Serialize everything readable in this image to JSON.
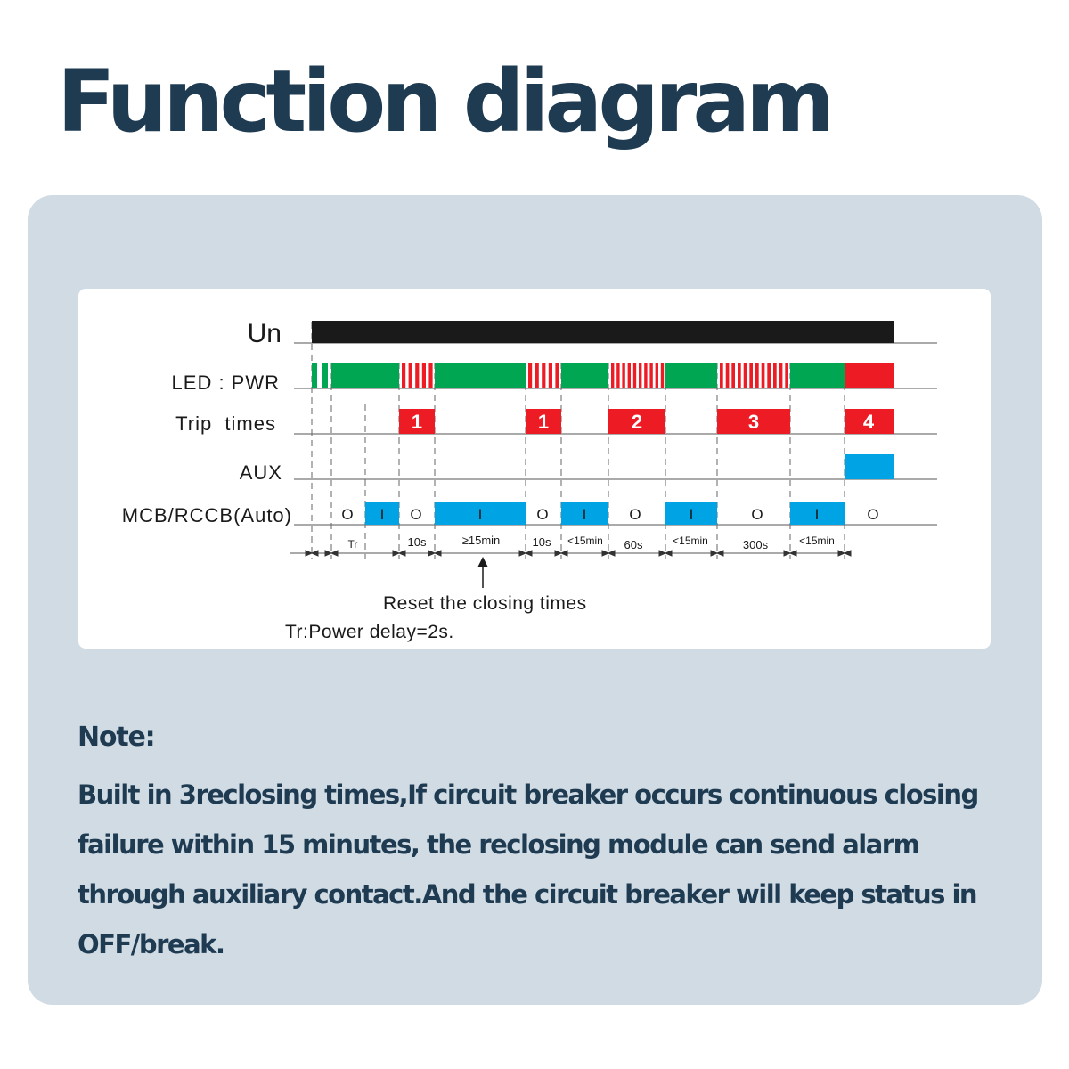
{
  "title": "Function diagram",
  "diagram": {
    "rows": {
      "un": "Un",
      "led": "LED : PWR",
      "trip": "Trip  times",
      "aux": "AUX",
      "mcb": "MCB/RCCB(Auto)"
    },
    "trip_labels": [
      "1",
      "1",
      "2",
      "3",
      "4"
    ],
    "mcb_states": [
      "O",
      "I",
      "O",
      "I",
      "O",
      "I",
      "O",
      "I",
      "O",
      "I",
      "O"
    ],
    "timing_labels": [
      "Tr",
      "10s",
      "≥15min",
      "10s",
      "<15min",
      "60s",
      "<15min",
      "300s",
      "<15min"
    ],
    "annotation": "Reset the closing times",
    "footnote": "Tr:Power delay=2s.",
    "colors": {
      "un": "#1a1a1a",
      "led_on": "#00a651",
      "led_flash": "#ed1c24",
      "trip": "#ed1c24",
      "aux": "#00a4e4",
      "mcb_on": "#00a4e4"
    }
  },
  "note": {
    "title": "Note:",
    "body": "Built in 3reclosing times,If circuit breaker occurs continuous closing failure within 15 minutes, the reclosing module can send alarm through auxiliary contact.And the circuit breaker will keep status in OFF/break."
  }
}
